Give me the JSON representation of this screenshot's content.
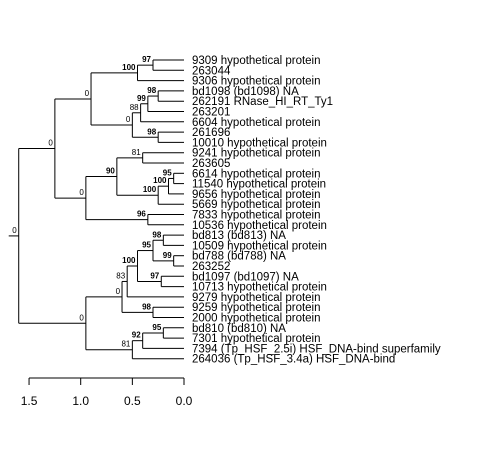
{
  "leaves": [
    "9309 hypothetical protein",
    "263044",
    "9306 hypothetical protein",
    "bd1098 (bd1098) NA",
    "262191 RNase_HI_RT_Ty1",
    "263201",
    "6604 hypothetical protein",
    "261696",
    "10010 hypothetical protein",
    "9241 hypothetical protein",
    "263605",
    "6614 hypothetical protein",
    "11540 hypothetical protein",
    "9656 hypothetical protein",
    "5669 hypothetical protein",
    "7833 hypothetical protein",
    "10536 hypothetical protein",
    "bd813 (bd813) NA",
    "10509 hypothetical protein",
    "bd788 (bd788) NA",
    "263252",
    "bd1097 (bd1097) NA",
    "10713 hypothetical protein",
    "9279 hypothetical protein",
    "9259 hypothetical protein",
    "2000 hypothetical protein",
    "bd810 (bd810) NA",
    "7301 hypothetical protein",
    "7394 (Tp_HSF_2.5i) HSF_DNA-bind superfamily",
    "264036 (Tp_HSF_3.4a) HSF_DNA-bind"
  ],
  "axis": {
    "ticks": [
      "1.5",
      "1.0",
      "0.5",
      "0.0"
    ],
    "values": [
      1.5,
      1.0,
      0.5,
      0.0
    ]
  },
  "nodes": [
    {
      "id": "n1",
      "h": 0.3,
      "children": [
        0,
        1
      ],
      "support": "97",
      "bold": true
    },
    {
      "id": "n2",
      "h": 0.45,
      "children": [
        "n1",
        2
      ],
      "support": "100",
      "bold": true
    },
    {
      "id": "n3",
      "h": 0.25,
      "children": [
        3,
        4
      ],
      "support": "98",
      "bold": true
    },
    {
      "id": "n4",
      "h": 0.35,
      "children": [
        "n3",
        5
      ],
      "support": "99",
      "bold": true
    },
    {
      "id": "n5",
      "h": 0.42,
      "children": [
        "n4",
        6
      ],
      "support": "88",
      "bold": false
    },
    {
      "id": "n6",
      "h": 0.25,
      "children": [
        7,
        8
      ],
      "support": "98",
      "bold": true
    },
    {
      "id": "n7",
      "h": 0.5,
      "children": [
        "n5",
        "n6"
      ],
      "support": "0",
      "bold": false
    },
    {
      "id": "n8",
      "h": 0.9,
      "children": [
        "n2",
        "n7"
      ],
      "support": "0",
      "bold": false
    },
    {
      "id": "n9",
      "h": 0.4,
      "children": [
        9,
        10
      ],
      "support": "81",
      "bold": false
    },
    {
      "id": "n10",
      "h": 0.1,
      "children": [
        11,
        12
      ],
      "support": "95",
      "bold": true
    },
    {
      "id": "n11",
      "h": 0.15,
      "children": [
        "n10",
        13
      ],
      "support": "100",
      "bold": true
    },
    {
      "id": "n12",
      "h": 0.25,
      "children": [
        "n11",
        14
      ],
      "support": "100",
      "bold": true
    },
    {
      "id": "n13",
      "h": 0.65,
      "children": [
        "n9",
        "n12"
      ],
      "support": "90",
      "bold": true
    },
    {
      "id": "n14",
      "h": 0.35,
      "children": [
        15,
        16
      ],
      "support": "96",
      "bold": true
    },
    {
      "id": "n15",
      "h": 0.95,
      "children": [
        "n13",
        "n14"
      ],
      "support": "0",
      "bold": false
    },
    {
      "id": "n16",
      "h": 1.25,
      "children": [
        "n8",
        "n15"
      ],
      "support": "0",
      "bold": false
    },
    {
      "id": "n17",
      "h": 0.2,
      "children": [
        17,
        18
      ],
      "support": "98",
      "bold": true
    },
    {
      "id": "n18",
      "h": 0.1,
      "children": [
        19,
        20
      ],
      "support": "99",
      "bold": true
    },
    {
      "id": "n19",
      "h": 0.3,
      "children": [
        "n17",
        "n18"
      ],
      "support": "95",
      "bold": true
    },
    {
      "id": "n20",
      "h": 0.22,
      "children": [
        21,
        22
      ],
      "support": "97",
      "bold": true
    },
    {
      "id": "n21",
      "h": 0.45,
      "children": [
        "n19",
        "n20"
      ],
      "support": "100",
      "bold": true
    },
    {
      "id": "n22",
      "h": 0.55,
      "children": [
        "n21",
        23
      ],
      "support": "83",
      "bold": false
    },
    {
      "id": "n23",
      "h": 0.3,
      "children": [
        24,
        25
      ],
      "support": "98",
      "bold": true
    },
    {
      "id": "n24",
      "h": 0.6,
      "children": [
        "n22",
        "n23"
      ],
      "support": "0",
      "bold": false
    },
    {
      "id": "n25",
      "h": 0.2,
      "children": [
        26,
        27
      ],
      "support": "95",
      "bold": true
    },
    {
      "id": "n26",
      "h": 0.4,
      "children": [
        "n25",
        28
      ],
      "support": "92",
      "bold": true
    },
    {
      "id": "n27",
      "h": 0.5,
      "children": [
        "n26",
        29
      ],
      "support": "81",
      "bold": false
    },
    {
      "id": "n28",
      "h": 0.95,
      "children": [
        "n24",
        "n27"
      ],
      "support": "0",
      "bold": false
    },
    {
      "id": "root",
      "h": 1.6,
      "children": [
        "n16",
        "n28"
      ],
      "support": "0",
      "bold": false
    }
  ]
}
